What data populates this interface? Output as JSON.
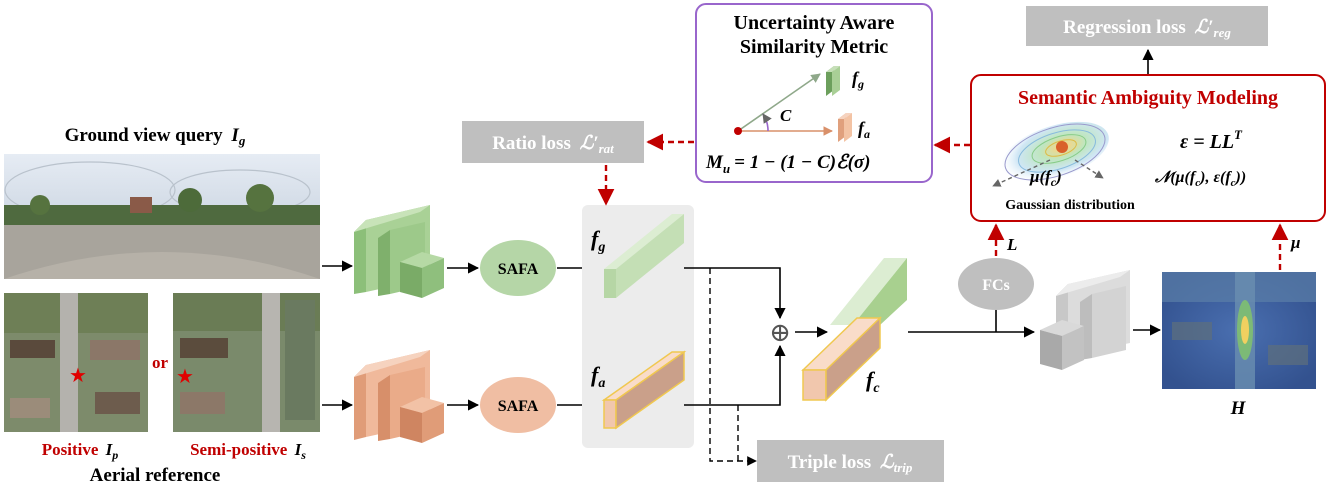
{
  "labels": {
    "ground_query": "Ground view query",
    "ground_query_sym": "I",
    "ground_query_sub": "g",
    "aerial_reference": "Aerial reference",
    "positive": "Positive",
    "positive_sym": "I",
    "positive_sub": "p",
    "semi_positive": "Semi-positive",
    "semi_positive_sym": "I",
    "semi_positive_sub": "s",
    "or": "or",
    "safa_top": "SAFA",
    "safa_bottom": "SAFA",
    "fg": "f",
    "fg_sub": "g",
    "fa": "f",
    "fa_sub": "a",
    "fc": "f",
    "fc_sub": "c",
    "fcs": "FCs",
    "h": "H",
    "l": "L",
    "mu": "μ",
    "oplus": "⊕"
  },
  "losses": {
    "ratio": "Ratio loss",
    "ratio_sym": "ℒ′",
    "ratio_sub": "rat",
    "triple": "Triple loss",
    "triple_sym": "ℒ",
    "triple_sub": "trip",
    "regression": "Regression loss",
    "regression_sym": "ℒ′",
    "regression_sub": "reg"
  },
  "uasm": {
    "title_line1": "Uncertainty Aware",
    "title_line2": "Similarity Metric",
    "fg": "f",
    "fg_sub": "g",
    "fa": "f",
    "fa_sub": "a",
    "c": "C",
    "formula_lhs": "M",
    "formula_lhs_sub": "u",
    "formula_rhs": "= 1 − (1 − C)ℰ(σ)"
  },
  "sam": {
    "title": "Semantic Ambiguity Modeling",
    "epsilon_formula": "ε = LL",
    "epsilon_sup": "T",
    "normal_formula": "𝒩(μ(f",
    "normal_mid": "), ε(f",
    "normal_end": "))",
    "normal_sub": "c",
    "mu_fc": "μ(f",
    "mu_fc_end": ")",
    "mu_fc_sub": "c",
    "gaussian": "Gaussian distribution"
  },
  "colors": {
    "green": "#8fbf7d",
    "green_light": "#c6dfb8",
    "orange": "#e0a07d",
    "orange_light": "#f3cfb8",
    "red": "#c00000",
    "purple": "#9966cc",
    "gray_box": "#bfbfbf",
    "panel_gray": "#ececec"
  }
}
